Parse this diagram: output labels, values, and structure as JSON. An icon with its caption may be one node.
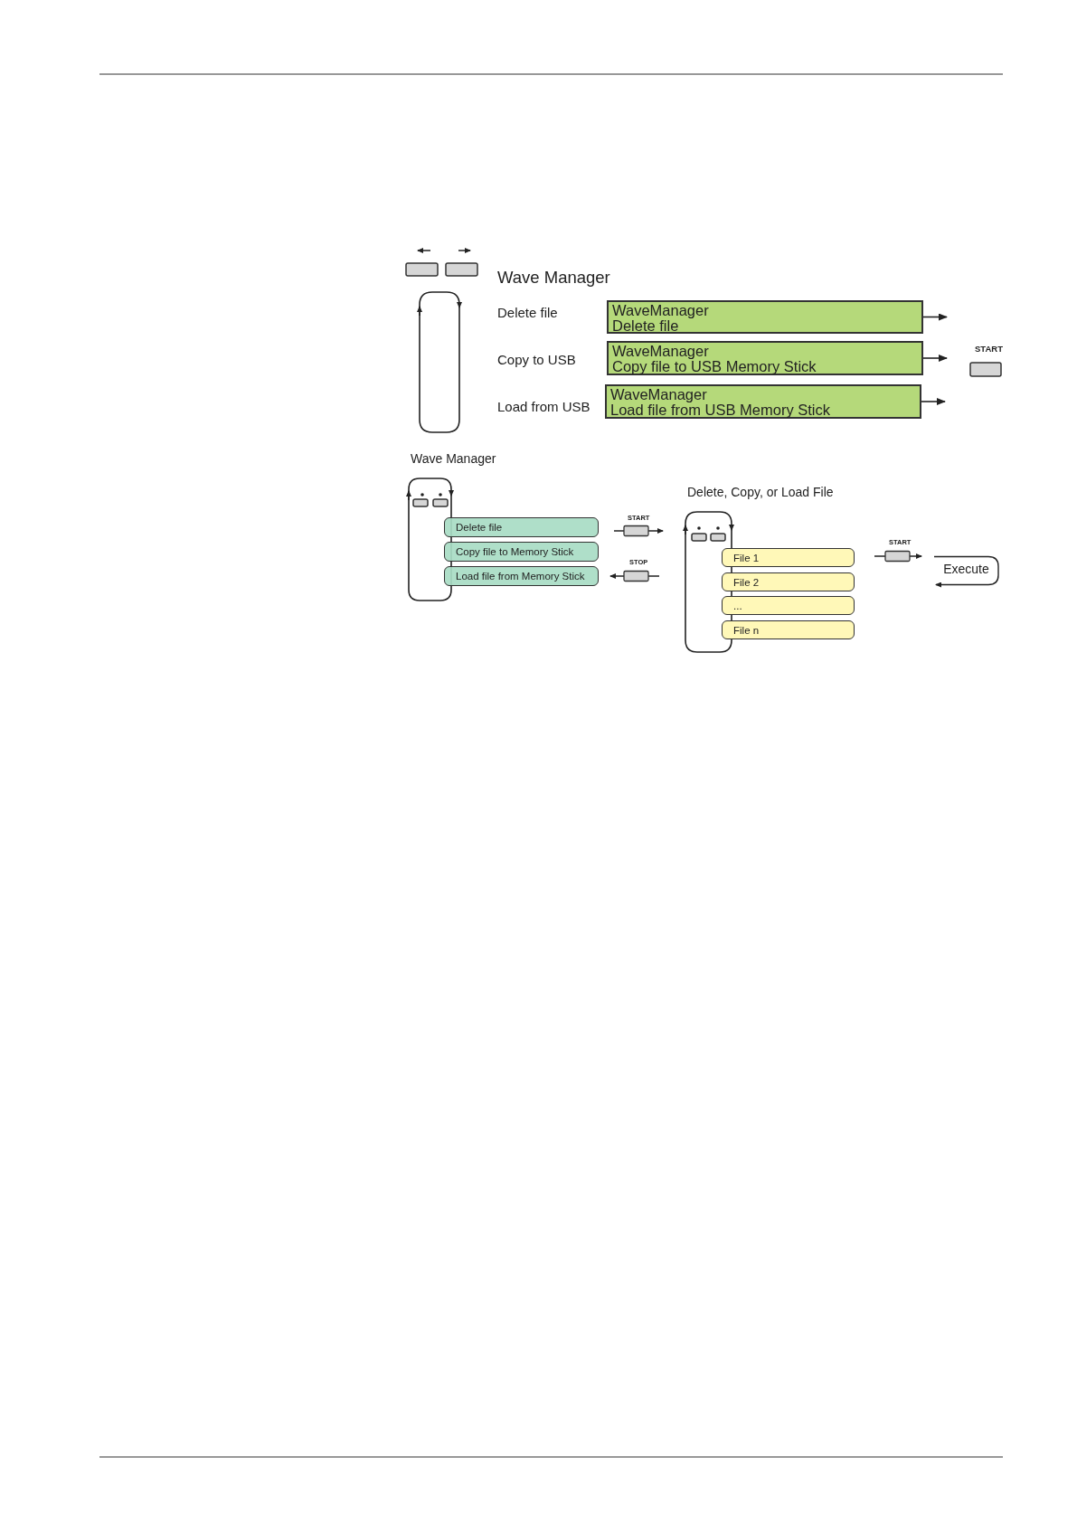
{
  "diagram": {
    "nodes": [
      {
        "text": [
          "WaveManager",
          "Delete file"
        ]
      },
      {
        "text": [
          "WaveManager",
          "Copy file to USB Memory Stick"
        ]
      },
      {
        "text": [
          "WaveManager",
          "Load file from USB Memory Stick"
        ]
      },
      {
        "text": [
          "Delete file"
        ]
      },
      {
        "text": [
          "Copy file to Memory Stick"
        ]
      },
      {
        "text": [
          "Load file from Memory Stick"
        ]
      },
      {
        "text": [
          "File 1"
        ]
      },
      {
        "text": [
          "File 2"
        ]
      },
      {
        "text": [
          "..."
        ]
      },
      {
        "text": [
          "File n"
        ]
      },
      {
        "text": [
          "Execute"
        ]
      }
    ],
    "edges": [
      {
        "from": 0,
        "to": null,
        "arrow": "to"
      },
      {
        "from": 1,
        "to": null,
        "arrow": "to"
      },
      {
        "from": 2,
        "to": null,
        "arrow": "to"
      }
    ],
    "labels": [
      "Wave Manager",
      "Delete file",
      "Copy to USB",
      "Load from USB",
      "START",
      "Wave Manager",
      "START",
      "STOP",
      "Delete, Copy, or Load File",
      "START"
    ]
  }
}
